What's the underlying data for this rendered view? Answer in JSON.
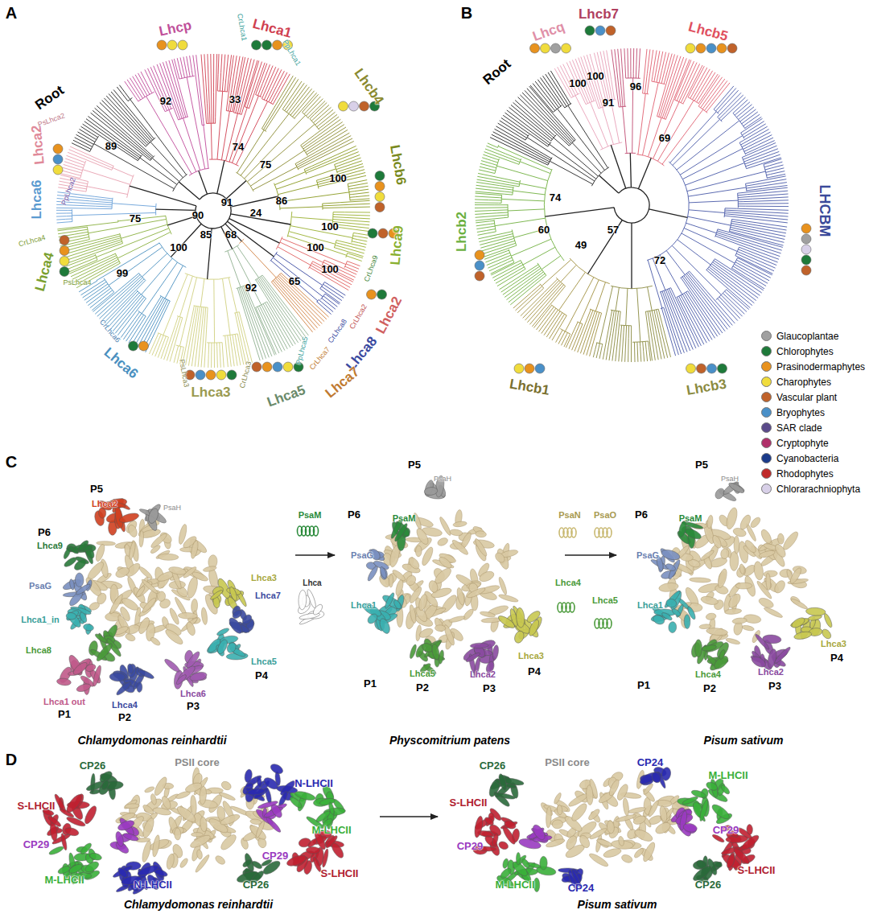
{
  "diagram": {
    "nodes": [
      {
        "text": [
          "Chlamydomonas reinhardtii"
        ]
      },
      {
        "text": [
          "Physcomitrium patens"
        ]
      },
      {
        "text": [
          "Pisum sativum"
        ]
      },
      {
        "text": [
          "Chlamydomonas reinhardtii"
        ]
      },
      {
        "text": [
          "Pisum sativum"
        ]
      }
    ],
    "edges": [
      {
        "from": 0,
        "to": 1,
        "arrow": "to"
      },
      {
        "from": 1,
        "to": 2,
        "arrow": "to"
      },
      {
        "from": 3,
        "to": 4,
        "arrow": "to"
      }
    ],
    "labels": [
      "A",
      "B",
      "C",
      "D",
      "Root",
      "Lhcp",
      "CrLhca1",
      "Lhca1",
      "PpLhca1",
      "Lhcb4",
      "Lhcb6",
      "Lhca9",
      "CrLhca9",
      "Lhca2",
      "CrLhca2",
      "CrLhca8",
      "CrLhca7",
      "Lhca8",
      "Lhca7",
      "PpLhca5",
      "Lhca5",
      "Lhca3",
      "CrLhca3",
      "PsLhca3",
      "Lhca6",
      "CrLhca6",
      "Lhca4",
      "CrLhca4",
      "PsLhca4",
      "Lhca6",
      "PpLhca2",
      "Lhca2",
      "PsLhca2",
      "92",
      "33",
      "74",
      "75",
      "86",
      "100",
      "100",
      "100",
      "100",
      "91",
      "24",
      "90",
      "85",
      "68",
      "100",
      "75",
      "89",
      "99",
      "92",
      "65",
      "Root",
      "Lhcq",
      "Lhcb7",
      "Lhcb5",
      "LHCBM",
      "Lhcb2",
      "Lhcb1",
      "Lhcb3",
      "100",
      "100",
      "91",
      "96",
      "69",
      "74",
      "60",
      "57",
      "49",
      "72",
      "P5",
      "Lhca2",
      "PsaH",
      "P6",
      "Lhca9",
      "PsaG",
      "Lhca1_in",
      "Lhca8",
      "Lhca1 out",
      "P1",
      "Lhca4",
      "P2",
      "Lhca6",
      "P3",
      "Lhca3",
      "Lhca7",
      "Lhca5",
      "P4",
      "PsaM",
      "Lhca",
      "P5",
      "PsaH",
      "P6",
      "PsaM",
      "PsaG",
      "Lhca1",
      "Lhca5",
      "P1",
      "P2",
      "Lhca2",
      "P3",
      "Lhca3",
      "P4",
      "PsaN",
      "PsaO",
      "Lhca4",
      "Lhca5",
      "P5",
      "PsaH",
      "P6",
      "PsaM",
      "PsaG",
      "Lhca1",
      "Lhca4",
      "P2",
      "Lhca2",
      "P3",
      "Lhca3",
      "P4",
      "P1",
      "CP26",
      "PSII core",
      "N-LHCII",
      "S-LHCII",
      "M-LHCII",
      "CP29",
      "CP29",
      "M-LHCII",
      "S-LHCII",
      "N-LHCII",
      "CP26",
      "CP26",
      "PSII core",
      "CP24",
      "M-LHCII",
      "S-LHCII",
      "CP29",
      "CP29",
      "S-LHCII",
      "M-LHCII",
      "CP24",
      "CP26"
    ],
    "legend": [
      {
        "text": "Glaucoplantae",
        "color": "#a0a0a0"
      },
      {
        "text": "Chlorophytes",
        "color": "#1e7a3a"
      },
      {
        "text": "Prasinodermaphytes",
        "color": "#e8921e"
      },
      {
        "text": "Charophytes",
        "color": "#f0dc3c"
      },
      {
        "text": "Vascular plant",
        "color": "#c0622a"
      },
      {
        "text": "Bryophytes",
        "color": "#4a90c8"
      },
      {
        "text": "SAR clade",
        "color": "#5a4a8a"
      },
      {
        "text": "Cryptophyte",
        "color": "#b0306a"
      },
      {
        "text": "Cyanobacteria",
        "color": "#1a3a8a"
      },
      {
        "text": "Rhodophytes",
        "color": "#c02a2a"
      },
      {
        "text": "Chlorarachniophyta",
        "color": "#d8d0e8"
      }
    ]
  }
}
